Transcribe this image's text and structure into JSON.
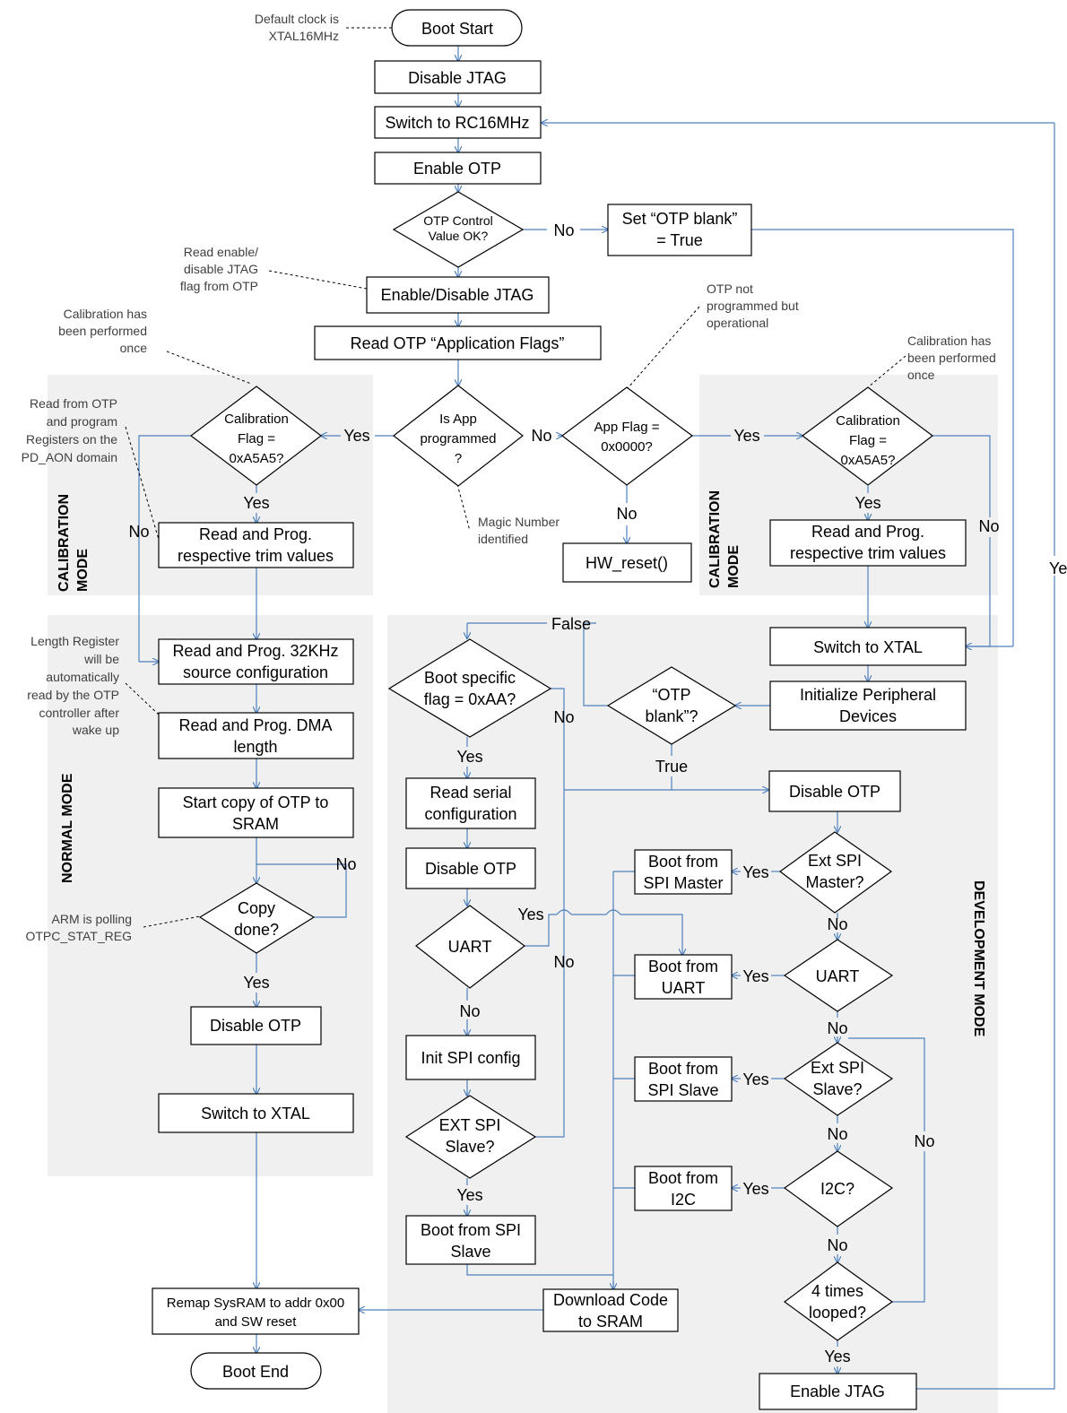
{
  "nodes": {
    "boot_start": "Boot Start",
    "disable_jtag": "Disable JTAG",
    "switch_rc16": "Switch to RC16MHz",
    "enable_otp": "Enable OTP",
    "otp_ctrl_ok": [
      "OTP Control",
      "Value OK?"
    ],
    "set_otp_blank": [
      "Set “OTP blank”",
      "= True"
    ],
    "enable_disable_jtag": "Enable/Disable JTAG",
    "read_app_flags": "Read OTP “Application Flags”",
    "is_app_programmed": [
      "Is App",
      "programmed",
      "?"
    ],
    "app_flag_zero": [
      "App Flag =",
      "0x0000?"
    ],
    "hw_reset": "HW_reset()",
    "cal_flag_left": [
      "Calibration",
      "Flag =",
      "0xA5A5?"
    ],
    "cal_flag_right": [
      "Calibration",
      "Flag =",
      "0xA5A5?"
    ],
    "read_trim_left": [
      "Read and Prog.",
      "respective trim values"
    ],
    "read_trim_right": [
      "Read and Prog.",
      "respective trim values"
    ],
    "read_32khz": [
      "Read and Prog. 32KHz",
      "source configuration"
    ],
    "read_dma": [
      "Read and Prog.  DMA",
      "length"
    ],
    "start_copy": [
      "Start copy of OTP to",
      "SRAM"
    ],
    "copy_done": [
      "Copy",
      "done?"
    ],
    "disable_otp_normal": "Disable OTP",
    "switch_xtal_normal": "Switch to XTAL",
    "remap": [
      "Remap SysRAM to addr 0x00",
      "and SW reset"
    ],
    "boot_end": "Boot End",
    "switch_xtal_dev": "Switch to XTAL",
    "init_periph": [
      "Initialize Peripheral",
      "Devices"
    ],
    "otp_blank_q": [
      "“OTP",
      "blank”?"
    ],
    "boot_flag": [
      "Boot specific",
      "flag = 0xAA?"
    ],
    "read_serial": [
      "Read serial",
      "configuration"
    ],
    "disable_otp_mid": "Disable OTP",
    "uart_left": "UART",
    "init_spi": "Init SPI config",
    "ext_spi_slave_left": [
      "EXT SPI",
      "Slave?"
    ],
    "boot_spi_slave_left": [
      "Boot from SPI",
      "Slave"
    ],
    "download_code": [
      "Download Code",
      "to SRAM"
    ],
    "disable_otp_dev": "Disable OTP",
    "ext_spi_master": [
      "Ext SPI",
      "Master?"
    ],
    "boot_spi_master": [
      "Boot from",
      "SPI Master"
    ],
    "uart_right": "UART",
    "boot_uart": [
      "Boot from",
      "UART"
    ],
    "ext_spi_slave_right": [
      "Ext SPI",
      "Slave?"
    ],
    "boot_spi_slave_right": [
      "Boot from",
      "SPI Slave"
    ],
    "i2c_q": "I2C?",
    "boot_i2c": [
      "Boot from",
      "I2C"
    ],
    "four_times": [
      "4 times",
      "looped?"
    ],
    "enable_jtag": "Enable JTAG"
  },
  "edge_labels": {
    "yes": "Yes",
    "no": "No",
    "false": "False",
    "true": "True"
  },
  "notes": {
    "default_clock": [
      "Default clock is",
      "XTAL16MHz"
    ],
    "read_jtag_flag": [
      "Read enable/",
      "disable JTAG",
      "flag from OTP"
    ],
    "cal_performed_left": [
      "Calibration has",
      "been performed",
      "once"
    ],
    "otp_not_programmed": [
      "OTP not",
      "programmed but",
      "operational"
    ],
    "cal_performed_right": [
      "Calibration has",
      "been performed",
      "once"
    ],
    "read_from_otp": [
      "Read from OTP",
      "and program",
      "Registers on the",
      "PD_AON domain"
    ],
    "magic_number": [
      "Magic Number",
      "identified"
    ],
    "length_register": [
      "Length Register",
      "will be",
      "automatically",
      "read by the OTP",
      "controller after",
      "wake up"
    ],
    "arm_polling": [
      "ARM is polling",
      "OTPC_STAT_REG"
    ]
  },
  "modes": {
    "calibration": [
      "CALIBRATION",
      "MODE"
    ],
    "normal": "NORMAL MODE",
    "development": "DEVELOPMENT MODE"
  },
  "colors": {
    "connector": "#4f81bd",
    "region": "#f0f0f0",
    "note": "#404040"
  }
}
